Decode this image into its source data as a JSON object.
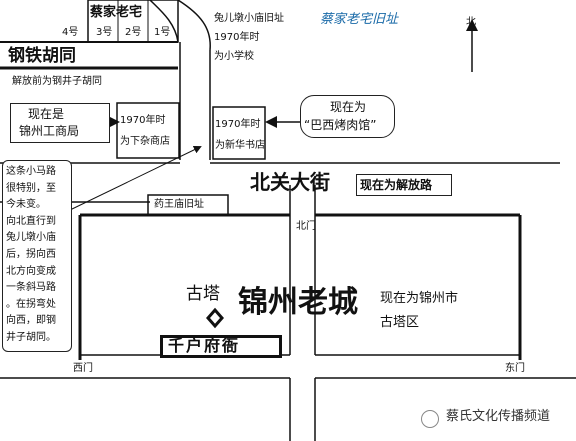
{
  "map_title": "蔡家老宅旧址",
  "north_label": "北",
  "cai_house_label": "蔡家老宅",
  "house_numbers": [
    "4号",
    "3号",
    "2号",
    "1号"
  ],
  "gangtie_hutong_label": "钢铁胡同",
  "gangtie_former_name": "解放前为钢井子胡同",
  "rabbit_temple_text": [
    "兔儿墩小庙旧址",
    "1970年时",
    "为小学校"
  ],
  "callout_gongshang": [
    "现在是",
    "锦州工商局"
  ],
  "zahuo_store_text": [
    "1970年时",
    "为下杂商店"
  ],
  "xinhua_store_text": [
    "1970年时",
    "为新华书店"
  ],
  "callout_bbq": [
    "现在为",
    "“巴西烤肉馆”"
  ],
  "road_note_text": [
    "这条小马路",
    "很特别，至",
    "今未变。",
    "向北直行到",
    "兔儿墩小庙",
    "后，拐向西",
    "北方向变成",
    "一条斜马路",
    "。在拐弯处",
    "向西，即钢",
    "井子胡同。"
  ],
  "beiguan_street_label": "北关大街",
  "beiguan_now_label": "现在为解放路",
  "yaowang_temple_label": "药王庙旧址",
  "north_gate_label": "北门",
  "west_gate_label": "西门",
  "east_gate_label": "东门",
  "old_tower_label": "古塔",
  "old_city_label": "锦州老城",
  "city_now_text": [
    "现在为锦州市",
    "古塔区"
  ],
  "qianhu_office_label": "千户府衙",
  "watermark_text": "蔡氏文化传播频道",
  "colors": {
    "title_blue": "#1a6aa8",
    "ink": "#111111",
    "paper": "#ffffff"
  }
}
